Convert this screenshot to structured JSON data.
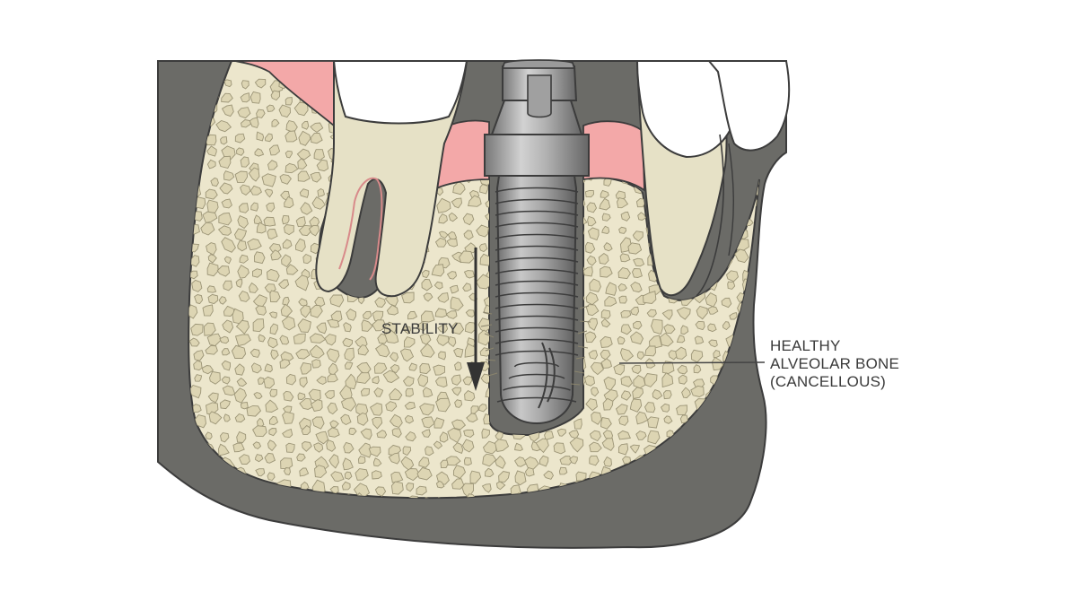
{
  "labels": {
    "stability": "STABILITY",
    "bone_line1": "HEALTHY",
    "bone_line2": "ALVEOLAR BONE",
    "bone_line3": "(CANCELLOUS)"
  },
  "colors": {
    "cortical_bone": "#6b6b67",
    "cancellous_bone": "#ece6cc",
    "trabecula_fill": "#ddd5b3",
    "trabecula_stroke": "#9c9577",
    "gum": "#f3a8a8",
    "tooth_root": "#e6e1c6",
    "tooth_crown": "#ffffff",
    "implant_light": "#b8b8b8",
    "implant_dark": "#6e6e6e",
    "outline": "#3c3c3c"
  },
  "icons": {
    "arrow": "down-arrow-icon"
  }
}
